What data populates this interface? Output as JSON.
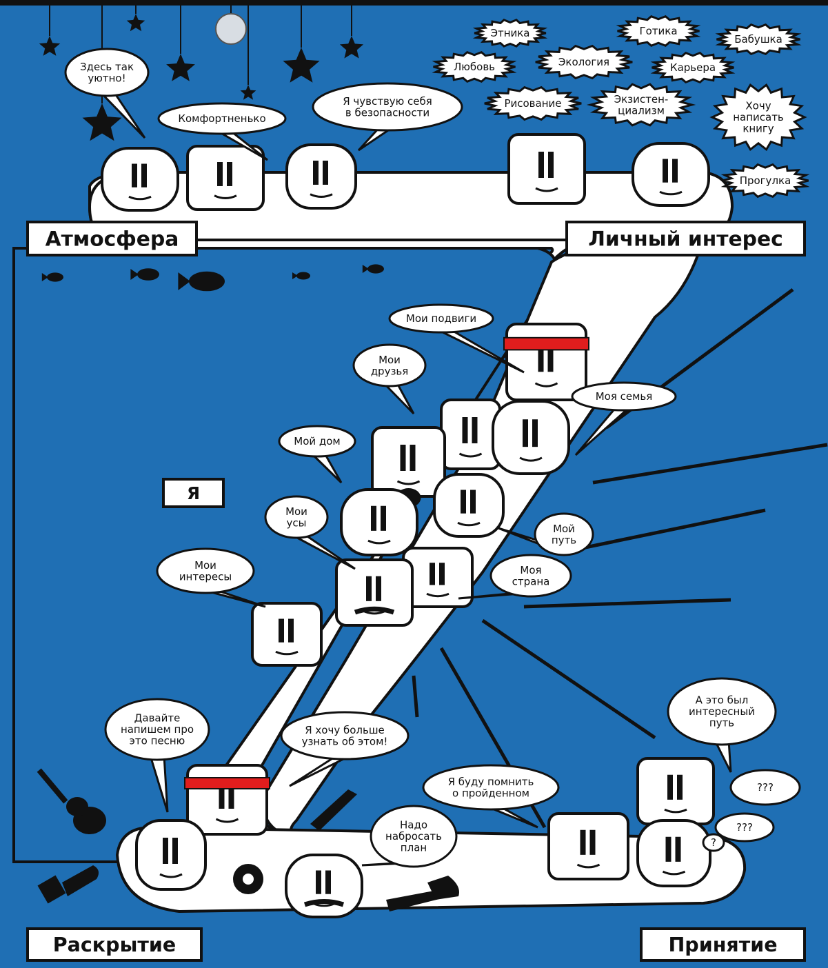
{
  "colors": {
    "background": "#1f6fb4",
    "road": "#ffffff",
    "outline": "#111111",
    "accent": "#e11d1d"
  },
  "section_labels": [
    "Атмосфера",
    "Личный интерес",
    "Раскрытие",
    "Принятие"
  ],
  "center_label": "Я",
  "atmosphere_bubbles": [
    "Здесь так\nуютно!",
    "Комфортненько",
    "Я чувствую себя\nв безопасности"
  ],
  "interest_bubbles": [
    "Этника",
    "Готика",
    "Бабушка",
    "Любовь",
    "Экология",
    "Карьера",
    "Рисование",
    "Экзистен-\nциализм",
    "Хочу\nнаписать\nкнигу",
    "Прогулка"
  ],
  "self_bubbles": [
    "Мои подвиги",
    "Мои\nдрузья",
    "Моя семья",
    "Мой дом",
    "Мои\nусы",
    "Мой\nпуть",
    "Мои\nинтересы",
    "Моя\nстрана"
  ],
  "discovery_bubbles": [
    "Давайте\nнапишем про\nэто песню",
    "Я хочу больше\nузнать об этом!",
    "Надо\nнабросать\nплан"
  ],
  "acceptance_bubbles": [
    "Я буду помнить\nо пройденном",
    "А это был\nинтересный\nпуть",
    "???",
    "???",
    "?"
  ],
  "icons": [
    "star-icon",
    "moon-icon",
    "fish-icon",
    "guitar-icon",
    "brush-icon",
    "gear-icon",
    "hammer-icon",
    "pen-icon"
  ]
}
